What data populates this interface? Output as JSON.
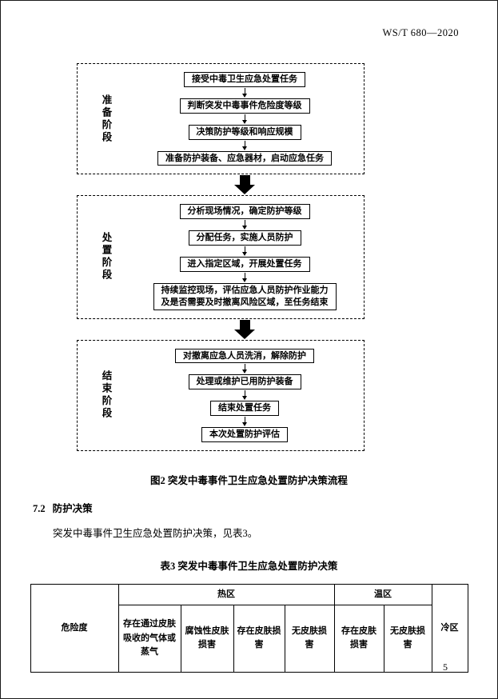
{
  "doc": {
    "header_code": "WS/T 680—2020",
    "page_number": "5"
  },
  "figure": {
    "caption": "图2  突发中毒事件卫生应急处置防护决策流程",
    "phases": [
      {
        "label": "准备阶段",
        "steps": [
          "接受中毒卫生应急处置任务",
          "判断突发中毒事件危险度等级",
          "决策防护等级和响应规模",
          "准备防护装备、应急器材，启动应急任务"
        ]
      },
      {
        "label": "处置阶段",
        "steps": [
          "分析现场情况，确定防护等级",
          "分配任务，实施人员防护",
          "进入指定区域，开展处置任务",
          "持续监控现场，评估应急人员防护作业能力\n及是否需要及时撤离风险区域，至任务结束"
        ]
      },
      {
        "label": "结束阶段",
        "steps": [
          "对撤离应急人员洗消，解除防护",
          "处理或维护已用防护装备",
          "结束处置任务",
          "本次处置防护评估"
        ]
      }
    ]
  },
  "section": {
    "number": "7.2",
    "title": "防护决策",
    "paragraph": "突发中毒事件卫生应急处置防护决策，见表3。"
  },
  "table3": {
    "caption": "表3  突发中毒事件卫生应急处置防护决策",
    "header": {
      "risk": "危险度",
      "hot_zone": "热区",
      "warm_zone": "温区",
      "cold_zone": "冷区",
      "hot_subcols": [
        "存在通过皮肤吸收的气体或蒸气",
        "腐蚀性皮肤损害",
        "存在皮肤损害",
        "无皮肤损害"
      ],
      "warm_subcols": [
        "存在皮肤损害",
        "无皮肤损害"
      ]
    }
  }
}
